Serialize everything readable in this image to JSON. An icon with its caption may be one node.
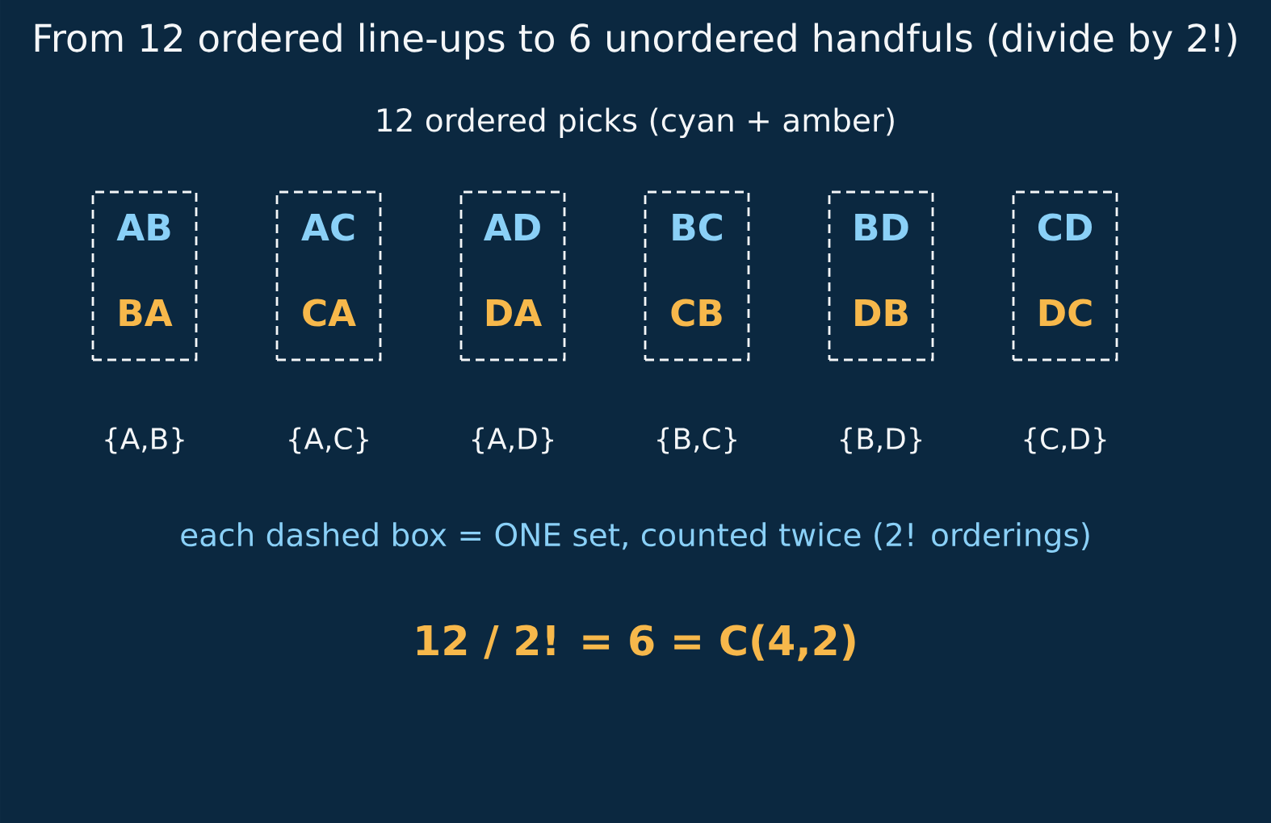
{
  "diagram": {
    "title": "From 12 ordered line-ups to 6 unordered handfuls (divide by 2!)",
    "nodes": [
      {
        "text": [
          "AB",
          "BA"
        ],
        "beside": [
          "{A,B}"
        ]
      },
      {
        "text": [
          "AC",
          "CA"
        ],
        "beside": [
          "{A,C}"
        ]
      },
      {
        "text": [
          "AD",
          "DA"
        ],
        "beside": [
          "{A,D}"
        ]
      },
      {
        "text": [
          "BC",
          "CB"
        ],
        "beside": [
          "{B,C}"
        ]
      },
      {
        "text": [
          "BD",
          "DB"
        ],
        "beside": [
          "{B,D}"
        ]
      },
      {
        "text": [
          "CD",
          "DC"
        ],
        "beside": [
          "{C,D}"
        ]
      }
    ],
    "labels": [
      "12 ordered picks (cyan + amber)",
      "each dashed box = ONE set, counted twice (2! orderings)",
      "12 / 2! = 6 = C(4,2)"
    ]
  }
}
